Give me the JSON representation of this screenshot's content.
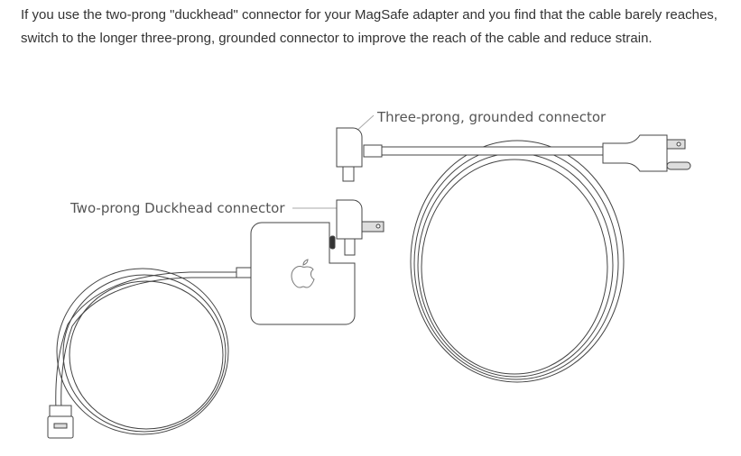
{
  "paragraph": "If you use the two-prong \"duckhead\" connector for your MagSafe adapter and you find that the cable barely reaches, switch to the longer three-prong, grounded connector to improve the reach of the cable and reduce strain.",
  "figure": {
    "label_three_prong": "Three-prong, grounded connector",
    "label_two_prong": "Two-prong Duckhead connector"
  }
}
